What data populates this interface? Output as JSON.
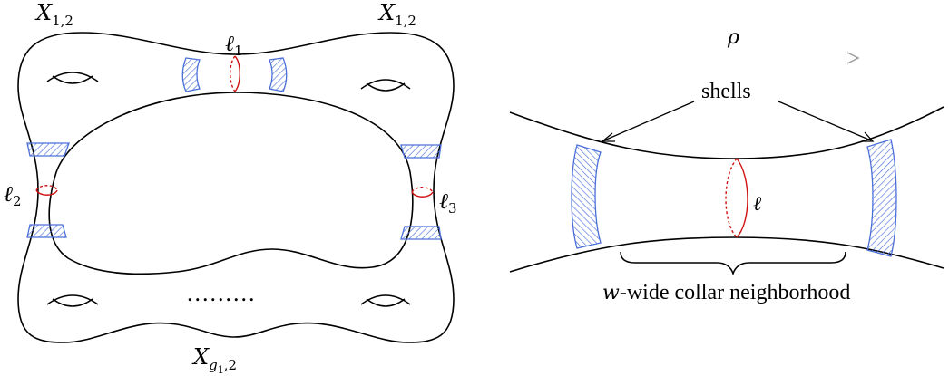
{
  "left": {
    "label_top_left": {
      "main": "X",
      "sub": "1,2"
    },
    "label_top_right": {
      "main": "X",
      "sub": "1,2"
    },
    "label_bottom": {
      "main": "X",
      "sub_base": "g",
      "sub_index": "1",
      "sub_rest": ",2"
    },
    "loop_top": {
      "main": "ℓ",
      "sub": "1"
    },
    "loop_left": {
      "main": "ℓ",
      "sub": "2"
    },
    "loop_right": {
      "main": "ℓ",
      "sub": "3"
    },
    "ellipsis": "........."
  },
  "right": {
    "arrow_label": "ρ",
    "shells_label": "shells",
    "loop_label": "ℓ",
    "collar_var": "w",
    "collar_label": "-wide collar neighborhood"
  },
  "colors": {
    "loop": "#d01010",
    "shell": "#4a6fd8",
    "arrow_fade": "#999999"
  }
}
